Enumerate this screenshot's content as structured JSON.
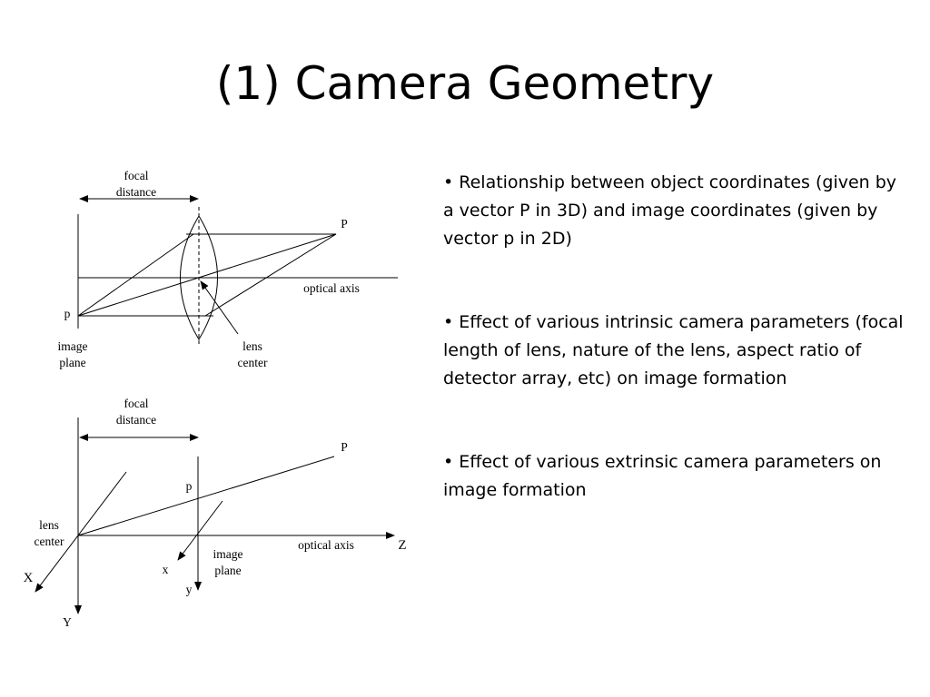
{
  "title": "(1) Camera Geometry",
  "diagram_top": {
    "focal_label_1": "focal",
    "focal_label_2": "distance",
    "point_P": "P",
    "point_p": "p",
    "optical_axis": "optical axis",
    "image_label_1": "image",
    "image_label_2": "plane",
    "lens_label_1": "lens",
    "lens_label_2": "center"
  },
  "diagram_bottom": {
    "focal_label_1": "focal",
    "focal_label_2": "distance",
    "point_P": "P",
    "point_p": "p",
    "lens_label_1": "lens",
    "lens_label_2": "center",
    "optical_axis": "optical axis",
    "axis_Z": "Z",
    "axis_X": "X",
    "axis_Y": "Y",
    "axis_x": "x",
    "axis_y": "y",
    "image_label_1": "image",
    "image_label_2": "plane"
  },
  "bullets": [
    "• Relationship between object coordinates (given by a vector P in 3D) and image coordinates (given by vector p in 2D)",
    "• Effect of various intrinsic camera parameters (focal length of lens, nature of the lens, aspect ratio of detector array, etc) on image formation",
    "• Effect of various extrinsic camera parameters on image formation"
  ]
}
